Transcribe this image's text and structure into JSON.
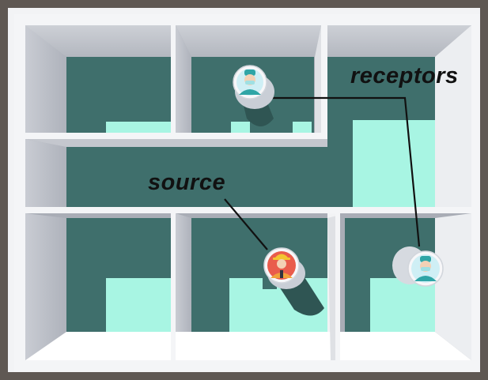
{
  "diagram": {
    "labels": {
      "source": "source",
      "receptors": "receptors"
    },
    "colors": {
      "frame": "#5f5853",
      "floor": "#3f6f6c",
      "wall_top": "#f4f5f7",
      "wall_face": "#b7bbc4",
      "sunlit_floor": "#a8f5e3",
      "callout_line": "#111111"
    },
    "figures": [
      {
        "role": "receptor",
        "icon": "doctor-mask-icon",
        "room": "top-middle"
      },
      {
        "role": "source",
        "icon": "construction-worker-icon",
        "room": "bottom-middle"
      },
      {
        "role": "receptor",
        "icon": "doctor-mask-icon",
        "room": "bottom-right"
      }
    ]
  }
}
